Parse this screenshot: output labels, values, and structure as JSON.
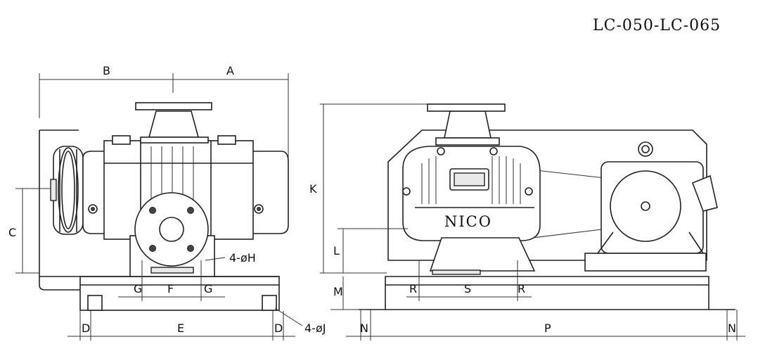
{
  "title": "LC-050-LC-065",
  "brand": "NICO",
  "dims": {
    "A": "A",
    "B": "B",
    "C": "C",
    "D1": "D",
    "D2": "D",
    "E": "E",
    "F": "F",
    "G1": "G",
    "G2": "G",
    "H": "4-øH",
    "J": "4-øJ",
    "K": "K",
    "L": "L",
    "M": "M",
    "N1": "N",
    "N2": "N",
    "P": "P",
    "R1": "R",
    "R2": "R",
    "S": "S"
  }
}
